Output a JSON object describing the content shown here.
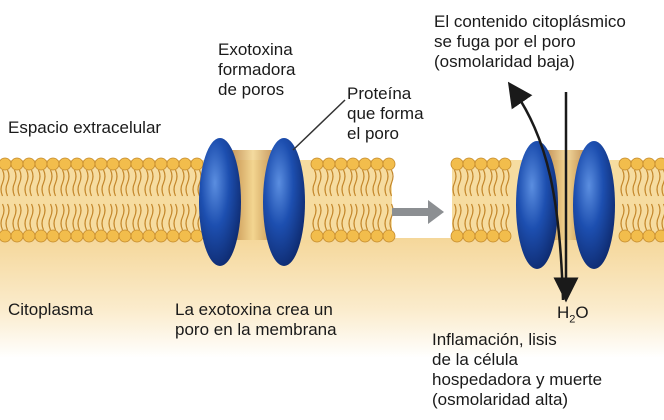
{
  "labels": {
    "exotoxin": [
      "Exotoxina",
      "formadora",
      "de poros"
    ],
    "protein": [
      "Proteína",
      "que forma",
      "el poro"
    ],
    "extracellular": "Espacio extracelular",
    "leak": [
      "El contenido citoplásmico",
      "se fuga por el poro",
      "(osmolaridad baja)"
    ],
    "cytoplasm": "Citoplasma",
    "pore_created": [
      "La exotoxina crea un",
      "poro en la membrana"
    ],
    "water": {
      "main": "H",
      "sub": "2",
      "tail": "O"
    },
    "outcome": [
      "Inflamación, lisis",
      "de la célula",
      "hospedadora y muerte",
      "(osmolaridad alta)"
    ]
  },
  "colors": {
    "membrane": "#e8b452",
    "cytoplasm_fill": "#f7e2b5",
    "lipid_head": "#f2bd4c",
    "protein_blue": "#1c4aa6",
    "pore_channel": "#c98f43",
    "arrow_gray": "#8c8f92"
  }
}
